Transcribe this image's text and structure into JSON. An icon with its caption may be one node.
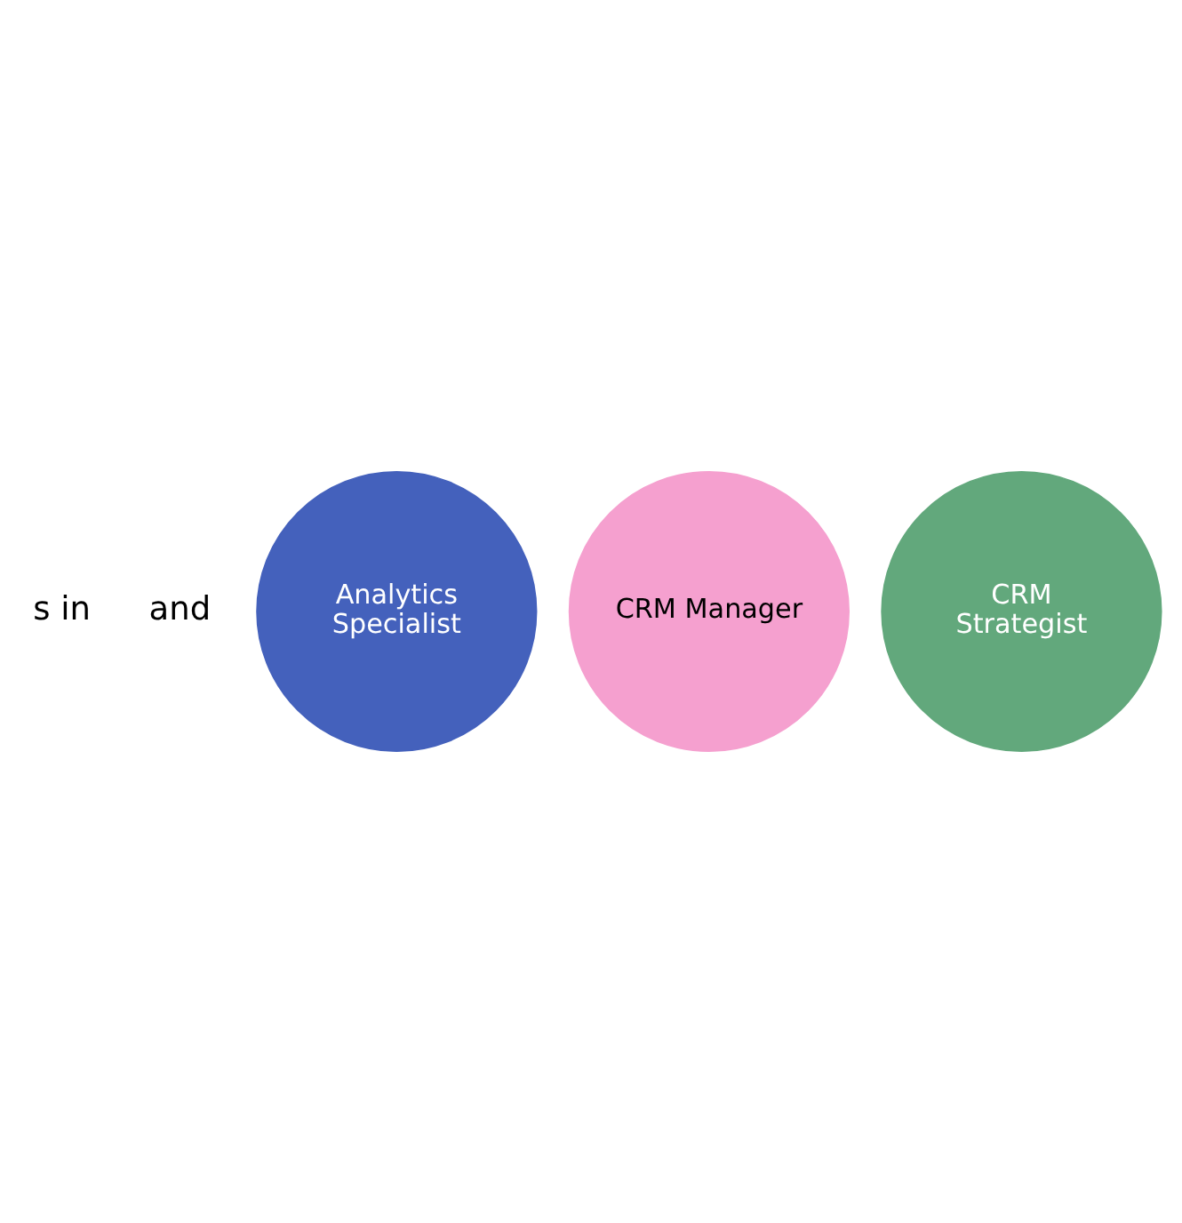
{
  "diagram": {
    "nodes": [
      {
        "text": [
          "Analytics Specialist"
        ]
      },
      {
        "text": [
          "CRM Manager"
        ]
      },
      {
        "text": [
          "CRM Strategist"
        ]
      }
    ],
    "labels": [
      "s in",
      "and"
    ]
  }
}
